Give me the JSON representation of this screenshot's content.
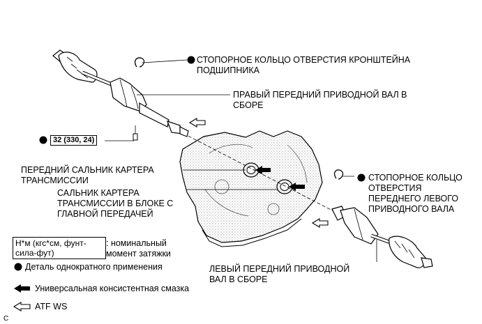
{
  "labels": {
    "right_snap_ring": "СТОПОРНОЕ КОЛЬЦО ОТВЕРСТИЯ КРОНШТЕЙНА\nПОДШИПНИКА",
    "right_shaft": "ПРАВЫЙ ПЕРЕДНИЙ ПРИВОДНОЙ ВАЛ В\nСБОРЕ",
    "front_oil_seal": "ПЕРЕДНИЙ САЛЬНИК КАРТЕРА\nТРАНСМИССИИ",
    "diff_oil_seal": "САЛЬНИК КАРТЕРА\nТРАНСМИССИИ В БЛОКЕ С\nГЛАВНОЙ ПЕРЕДАЧЕЙ",
    "left_snap_ring": "СТОПОРНОЕ КОЛЬЦО\nОТВЕРСТИЯ\nПЕРЕДНЕГО ЛЕВОГО\nПРИВОДНОГО ВАЛА",
    "left_shaft": "ЛЕВЫЙ ПЕРЕДНИЙ ПРИВОДНОЙ\nВАЛ В СБОРЕ"
  },
  "torque": "32 (330, 24)",
  "legend": {
    "torque_units": "Н*м (кгс*см, фунт-\nсила-фут)",
    "torque_desc": ": номинальный\nмомент затяжки",
    "single_use": "Деталь однократного применения",
    "grease": "Универсальная консистентная смазка",
    "atf": "ATF WS"
  },
  "corner_mark": "C"
}
